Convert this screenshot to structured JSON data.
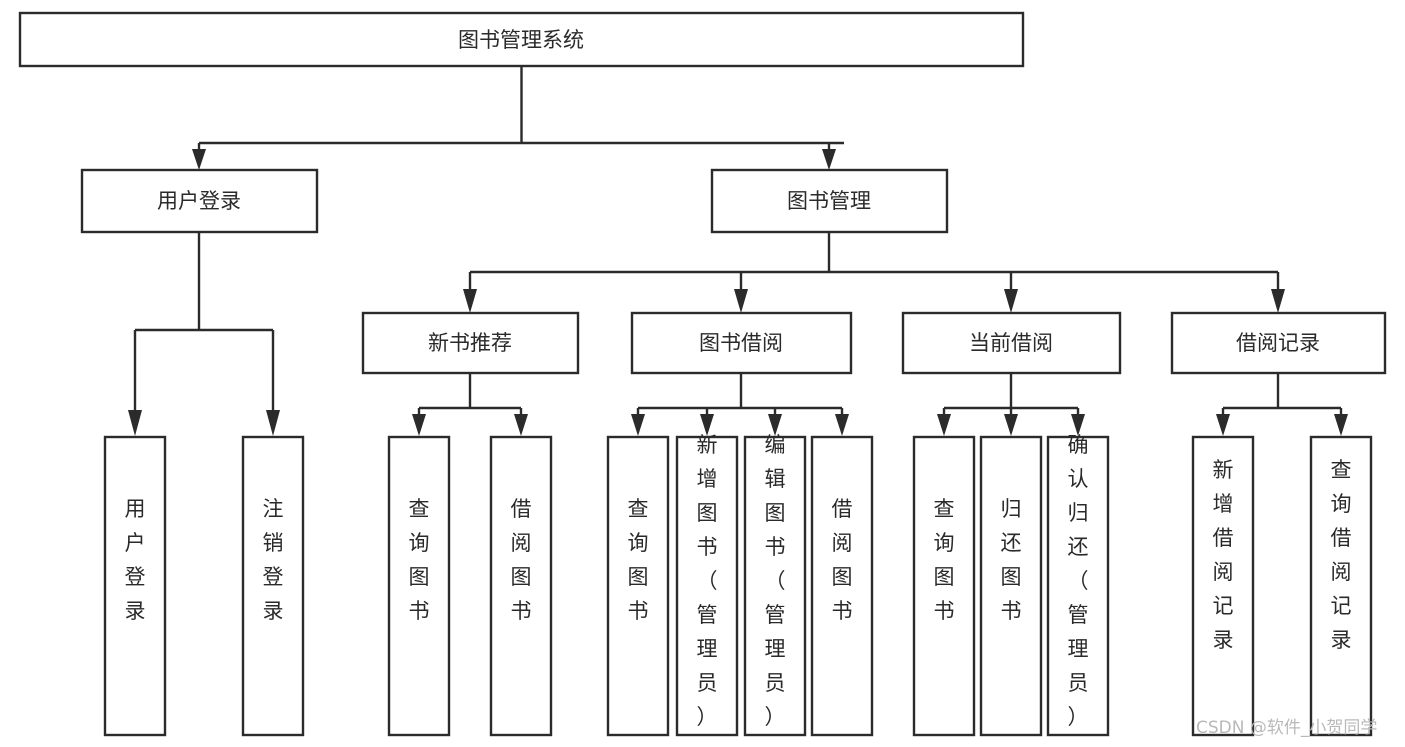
{
  "diagram": {
    "title": "图书管理系统",
    "type": "tree-hierarchy-chart",
    "root": {
      "id": "root",
      "label": "图书管理系统"
    },
    "level2": [
      {
        "id": "user-login",
        "label": "用户登录"
      },
      {
        "id": "book-management",
        "label": "图书管理"
      }
    ],
    "level3": [
      {
        "id": "new-book-recommend",
        "label": "新书推荐",
        "parent": "book-management"
      },
      {
        "id": "book-borrow",
        "label": "图书借阅",
        "parent": "book-management"
      },
      {
        "id": "current-borrow",
        "label": "当前借阅",
        "parent": "book-management"
      },
      {
        "id": "borrow-record",
        "label": "借阅记录",
        "parent": "book-management"
      }
    ],
    "leaves": {
      "user-login": [
        {
          "id": "leaf-user-login",
          "label": "用户登录"
        },
        {
          "id": "leaf-user-logout",
          "label": "注销登录"
        }
      ],
      "new-book-recommend": [
        {
          "id": "leaf-query-book-1",
          "label": "查询图书"
        },
        {
          "id": "leaf-borrow-book-1",
          "label": "借阅图书"
        }
      ],
      "book-borrow": [
        {
          "id": "leaf-query-book-2",
          "label": "查询图书"
        },
        {
          "id": "leaf-add-book",
          "label": "新增图书（管理员）"
        },
        {
          "id": "leaf-edit-book",
          "label": "编辑图书（管理员）"
        },
        {
          "id": "leaf-borrow-book-2",
          "label": "借阅图书"
        }
      ],
      "current-borrow": [
        {
          "id": "leaf-query-book-3",
          "label": "查询图书"
        },
        {
          "id": "leaf-return-book",
          "label": "归还图书"
        },
        {
          "id": "leaf-confirm-return",
          "label": "确认归还（管理员）"
        }
      ],
      "borrow-record": [
        {
          "id": "leaf-add-record",
          "label": "新增借阅记录"
        },
        {
          "id": "leaf-query-record",
          "label": "查询借阅记录"
        }
      ]
    }
  },
  "watermark": {
    "text": "CSDN @软件_小贺同学"
  },
  "colors": {
    "box_stroke": "#2b2b2b",
    "box_fill": "#ffffff",
    "text": "#2a2a2a",
    "watermark": "#b9b9b9",
    "background": "#ffffff"
  }
}
